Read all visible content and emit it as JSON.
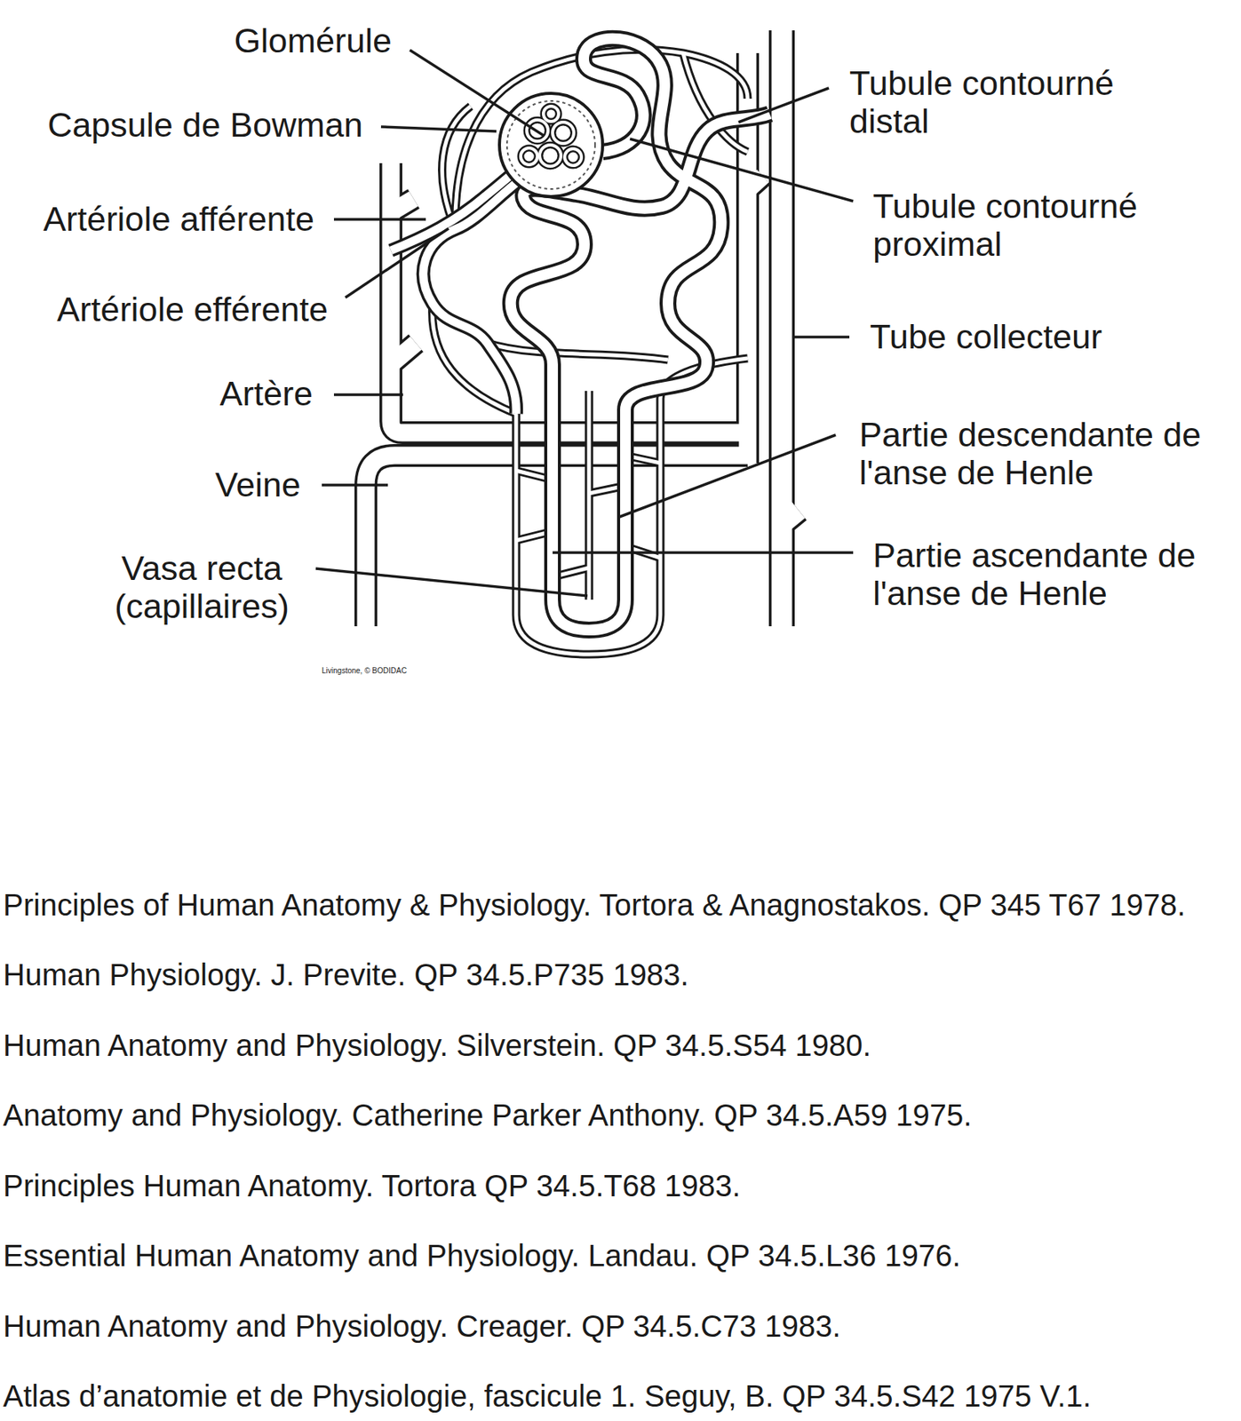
{
  "diagram": {
    "labels": [
      "Glomérule",
      "Capsule de Bowman",
      "Artériole afférente",
      "Artériole efférente",
      "Artère",
      "Veine",
      "Vasa recta (capillaires)",
      "Tubule contourné distal",
      "Tubule contourné proximal",
      "Tube collecteur",
      "Partie descendante de l'anse de Henle",
      "Partie ascendante de l'anse de Henle",
      "Livingstone, © BODIDAC",
      "Principles of Human Anatomy & Physiology.  Tortora & Anagnostakos. QP 345 T67 1978.",
      "Human Physiology. J. Previte. QP 34.5.P735 1983.",
      "Human Anatomy and Physiology. Silverstein. QP 34.5.S54 1980.",
      "Anatomy and Physiology. Catherine Parker Anthony. QP 34.5.A59 1975.",
      "Principles Human Anatomy. Tortora QP 34.5.T68 1983.",
      "Essential Human Anatomy and Physiology. Landau. QP 34.5.L36 1976.",
      "Human Anatomy and Physiology. Creager. QP 34.5.C73 1983.",
      "Atlas d’anatomie et de Physiologie, fascicule 1.  Seguy, B.  QP 34.5.S42 1975 V.1."
    ]
  }
}
